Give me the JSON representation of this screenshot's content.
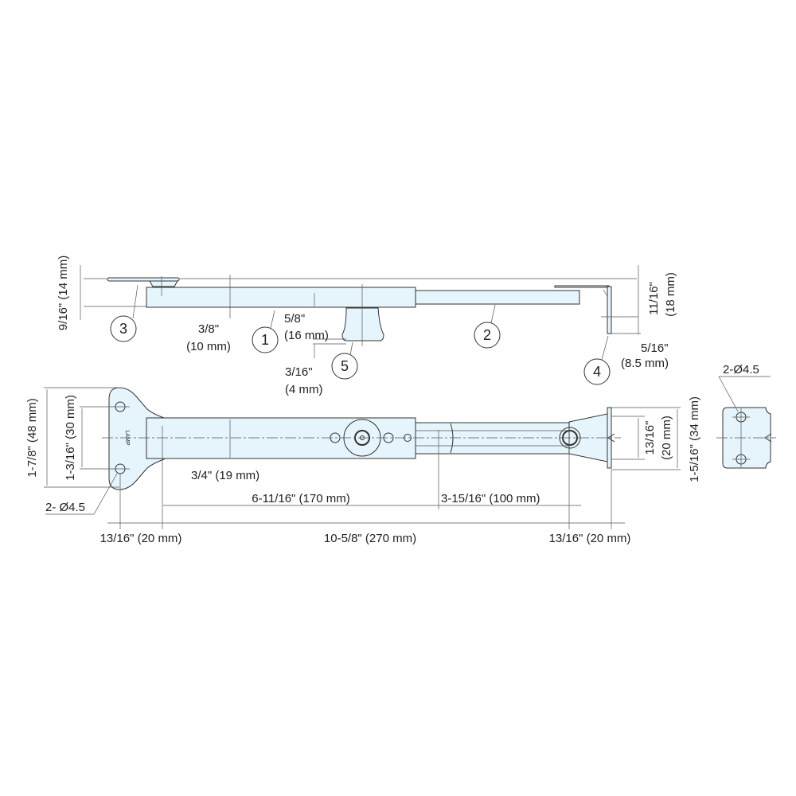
{
  "colors": {
    "part_fill": "#e6f4fb",
    "line": "#333333"
  },
  "callouts": [
    "1",
    "2",
    "3",
    "4",
    "5"
  ],
  "side_view": {
    "overall_height": "9/16\" (14 mm)",
    "body_height_in": "3/8\"",
    "body_height_mm": "(10 mm)",
    "knob_height_in": "5/8\"",
    "knob_height_mm": "(16 mm)",
    "knob_base_in": "3/16\"",
    "knob_base_mm": "(4 mm)",
    "bracket_height_in": "11/16\"",
    "bracket_height_mm": "(18 mm)",
    "bracket_hole_in": "5/16\"",
    "bracket_hole_mm": "(8.5 mm)"
  },
  "plan_view": {
    "plate_height": "1-7/8\" (48 mm)",
    "plate_hole_spacing": "1-3/16\" (30 mm)",
    "body_width": "3/4\" (19 mm)",
    "plate_holes": "2- Ø4.5",
    "length_body": "6-11/16\" (170 mm)",
    "length_arm": "3-15/16\" (100 mm)",
    "length_total": "10-5/8\" (270 mm)",
    "end_left": "13/16\" (20 mm)",
    "end_right": "13/16\" (20 mm)",
    "bracket_hole_spacing_in": "13/16\"",
    "bracket_hole_spacing_mm": "(20 mm)",
    "bracket_height": "1-5/16\" (34 mm)",
    "plate_logo": "LAMP"
  },
  "end_view": {
    "holes": "2-Ø4.5"
  }
}
